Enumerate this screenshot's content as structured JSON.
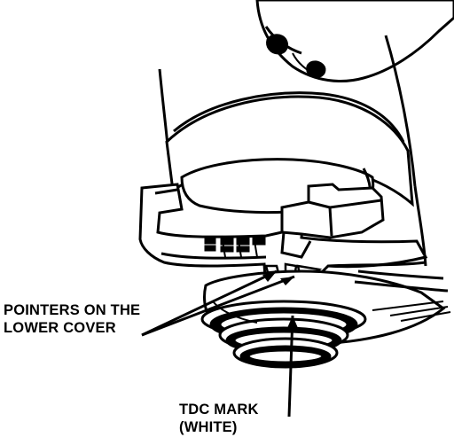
{
  "labels": {
    "pointers_line1": "POINTERS ON THE",
    "pointers_line2": "LOWER COVER",
    "tdc_line1": "TDC MARK",
    "tdc_line2": "(WHITE)"
  },
  "colors": {
    "ink": "#000000",
    "paper": "#ffffff"
  }
}
